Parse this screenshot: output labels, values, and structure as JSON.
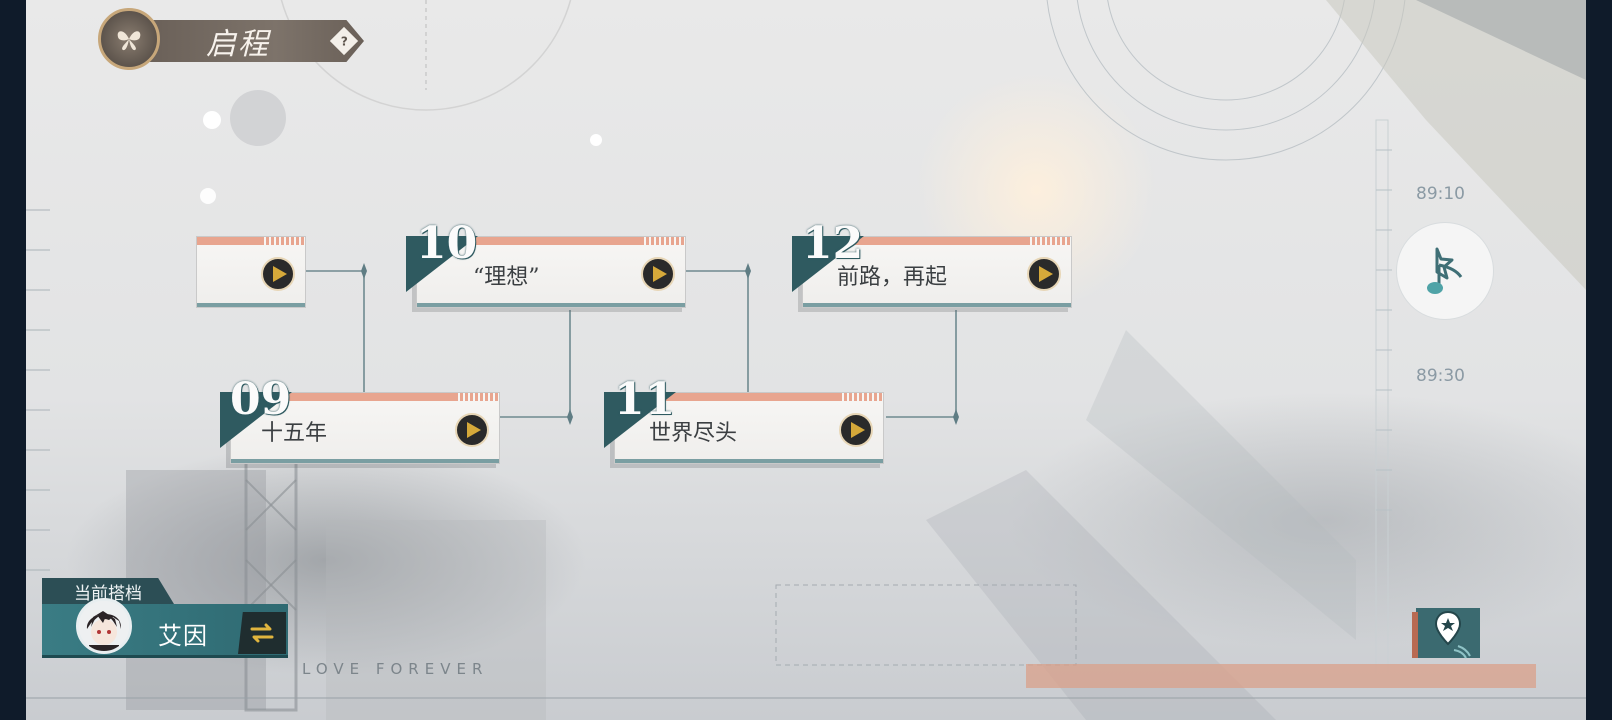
{
  "header": {
    "title": "启程",
    "help_label": "?"
  },
  "chapters": [
    {
      "number": "",
      "title": ""
    },
    {
      "number": "09",
      "title": "十五年"
    },
    {
      "number": "10",
      "title": "“理想”"
    },
    {
      "number": "11",
      "title": "世界尽头"
    },
    {
      "number": "12",
      "title": "前路，再起"
    }
  ],
  "partner": {
    "label": "当前搭档",
    "name": "艾因"
  },
  "ruler": {
    "top_value": "89:10",
    "mid_value": "89:30"
  },
  "footer": {
    "tagline": "LOVE FOREVER"
  },
  "colors": {
    "accent_teal": "#2f5a60",
    "accent_salmon": "#e8a58f",
    "play_arrow": "#d6a93a"
  },
  "icons": {
    "title_emblem": "butterfly-icon",
    "side_button": "music-note-star-icon",
    "map_button": "map-pin-icon",
    "switch": "swap-arrows-icon"
  }
}
